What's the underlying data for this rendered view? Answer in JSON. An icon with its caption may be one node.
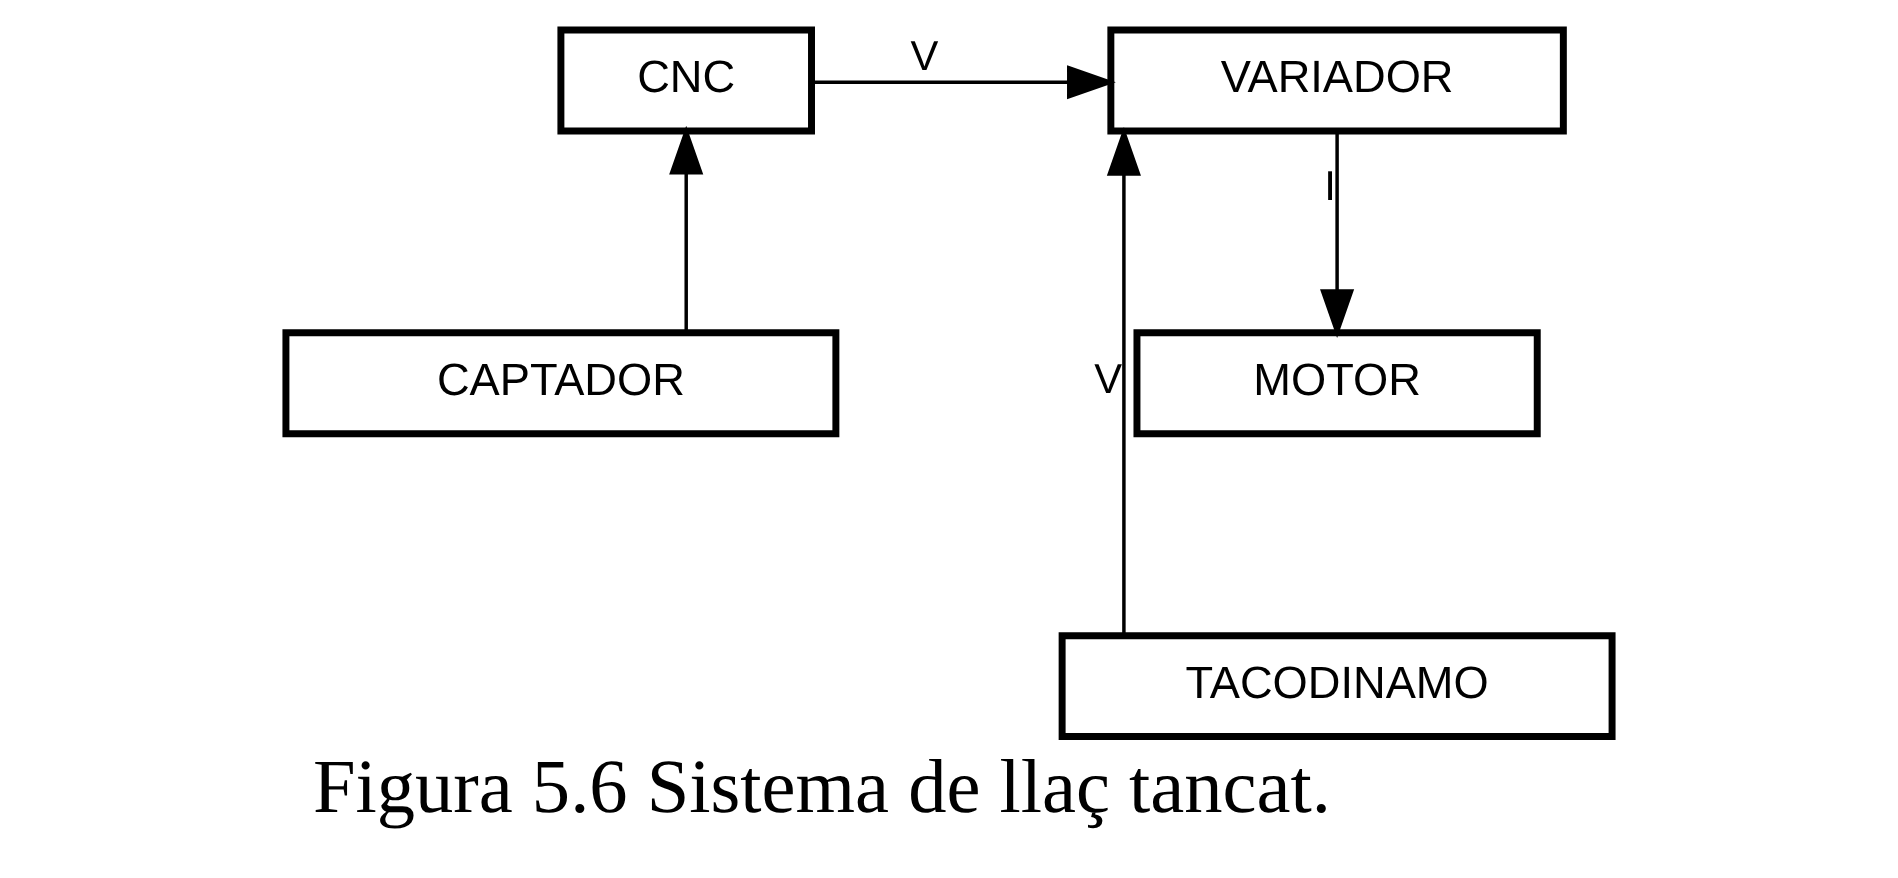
{
  "diagram": {
    "caption": "Figura 5.6 Sistema de llaç tancat.",
    "nodes": [
      {
        "text": [
          "CNC"
        ]
      },
      {
        "text": [
          "VARIADOR"
        ]
      },
      {
        "text": [
          "CAPTADOR"
        ]
      },
      {
        "text": [
          "MOTOR"
        ]
      },
      {
        "text": [
          "TACODINAMO"
        ]
      }
    ],
    "edges": [
      {
        "from": 2,
        "to": 0,
        "arrow": "to"
      },
      {
        "from": 0,
        "to": 1,
        "arrow": "to",
        "label": "V"
      },
      {
        "from": 1,
        "to": 3,
        "arrow": "to",
        "label": "I"
      },
      {
        "from": 4,
        "to": 1,
        "arrow": "to",
        "label": "V"
      }
    ]
  }
}
